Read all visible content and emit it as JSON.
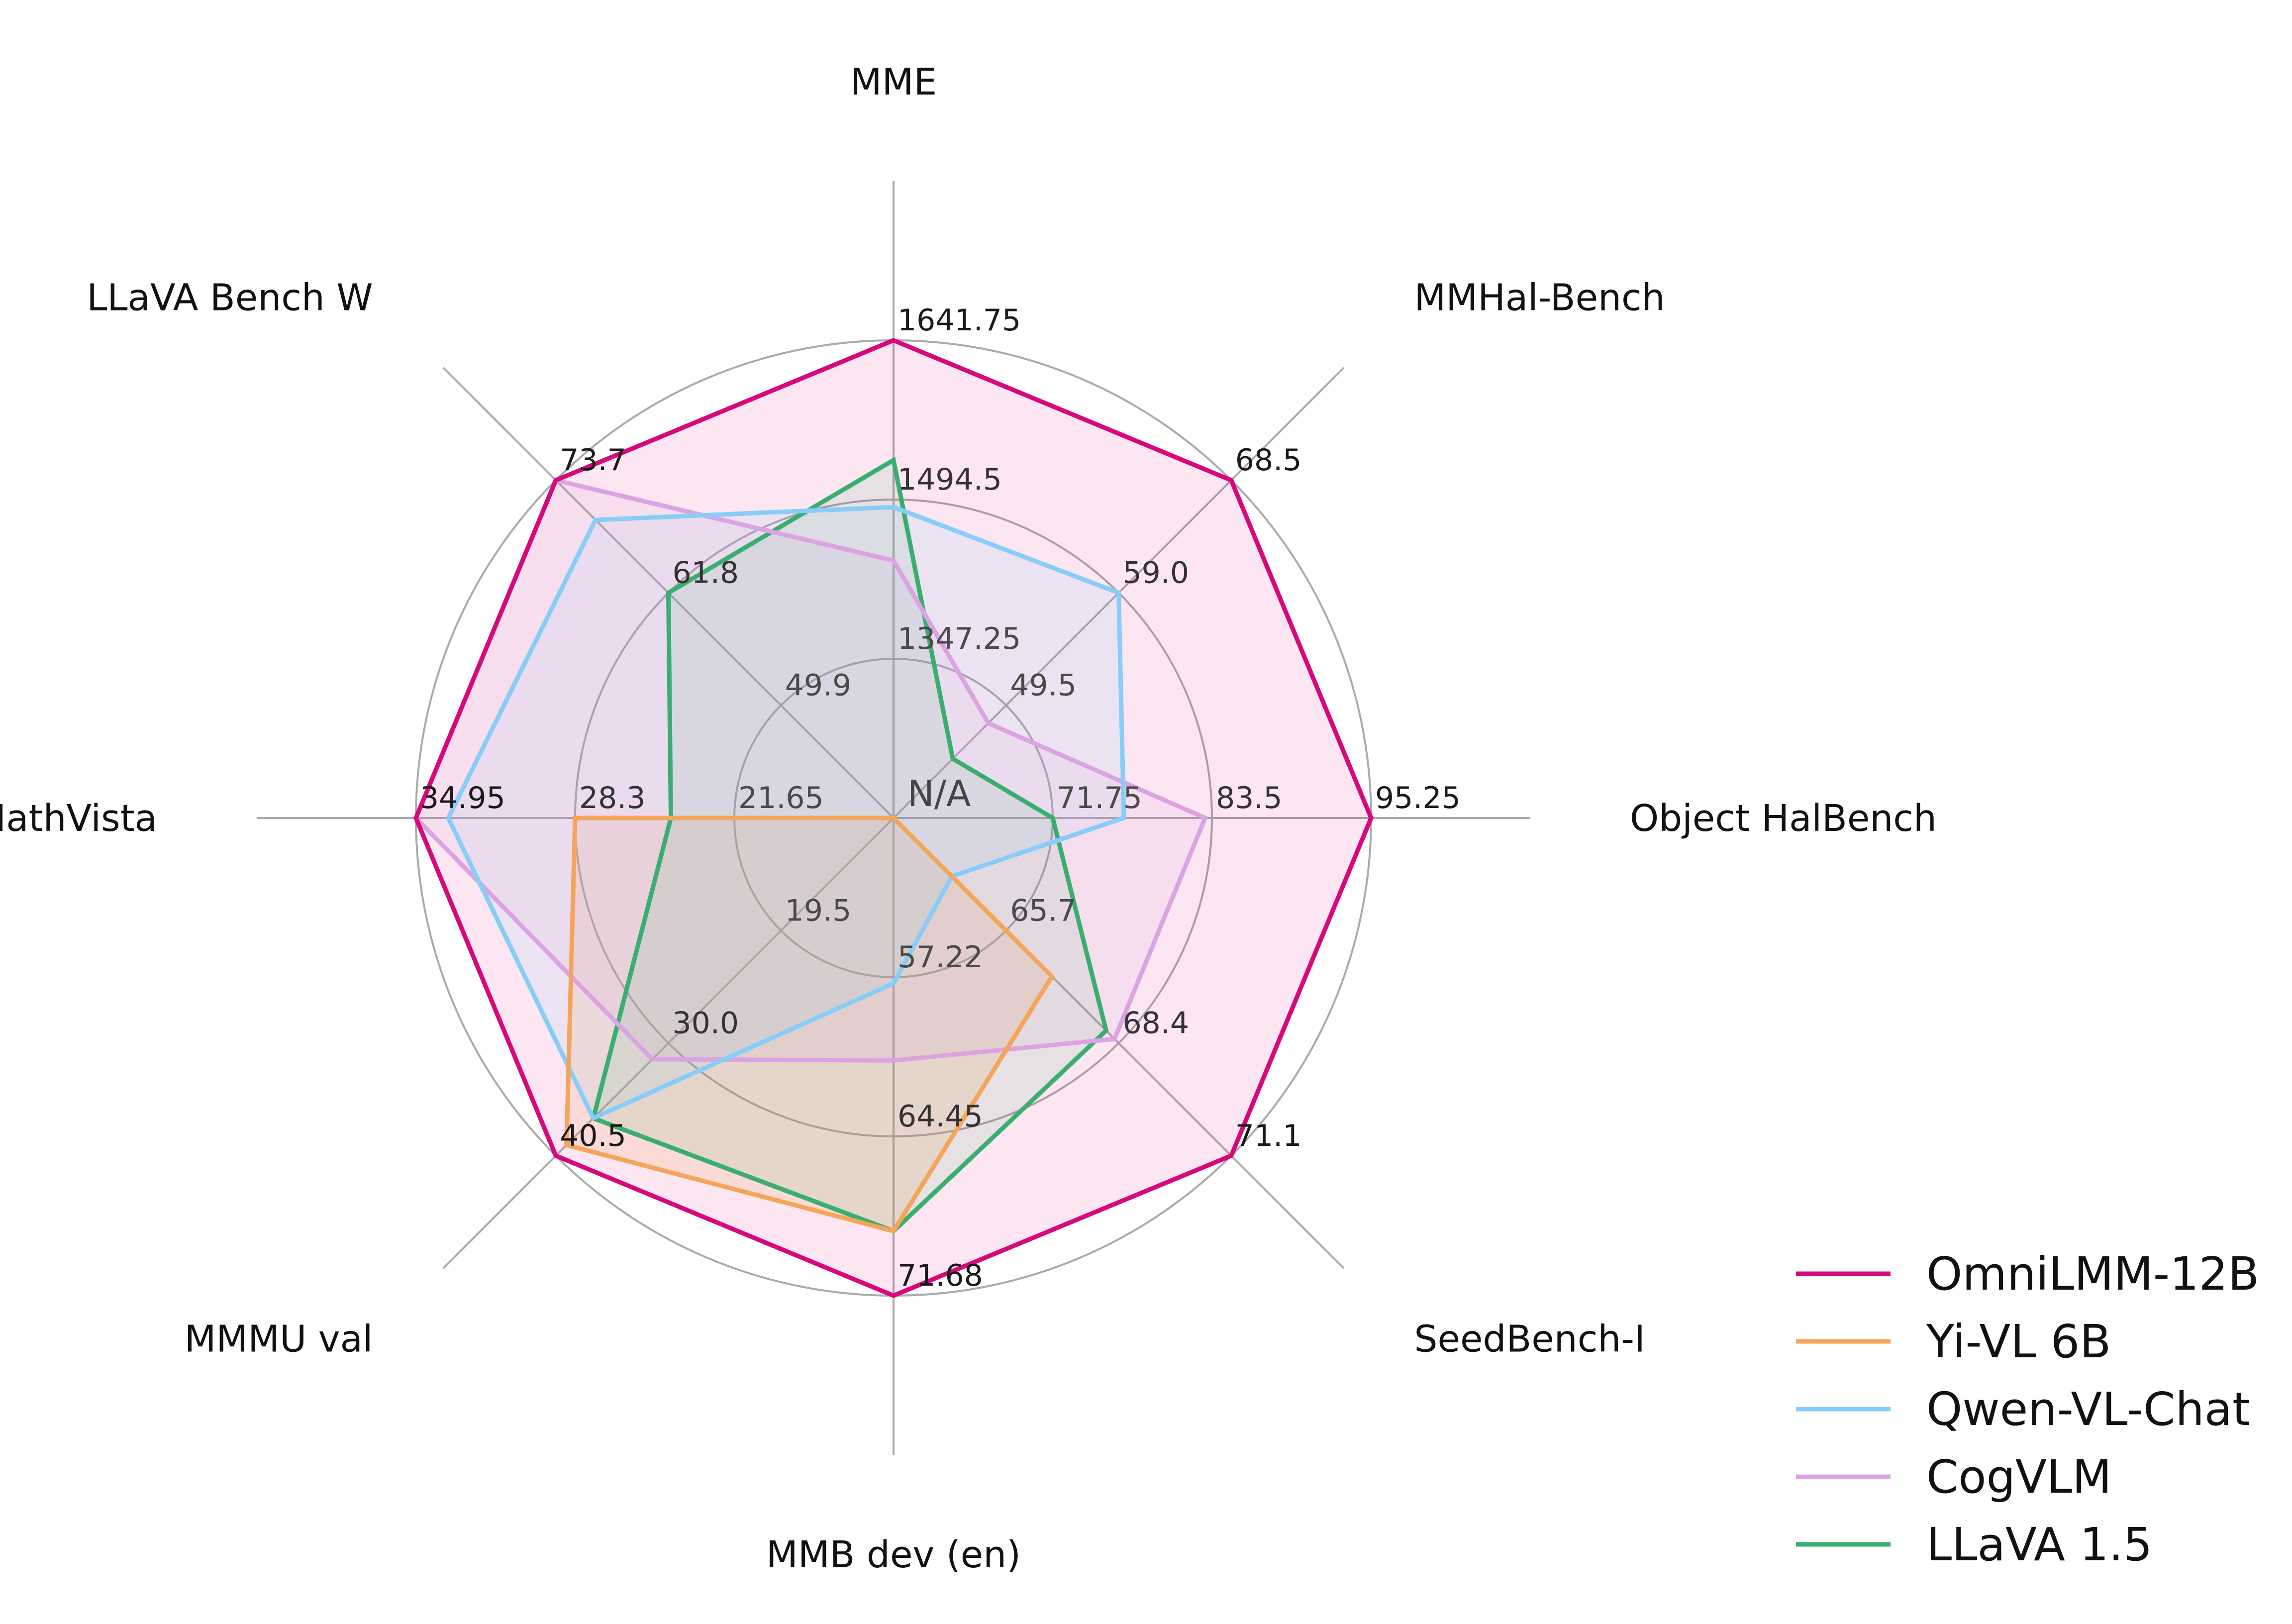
{
  "chart_data": {
    "type": "radar",
    "axes": [
      {
        "name": "MME",
        "ticks": [
          "1347.25",
          "1494.5",
          "1641.75"
        ]
      },
      {
        "name": "MMHal-Bench",
        "ticks": [
          "49.5",
          "59.0",
          "68.5"
        ]
      },
      {
        "name": "Object HalBench",
        "ticks": [
          "71.75",
          "83.5",
          "95.25"
        ]
      },
      {
        "name": "SeedBench-I",
        "ticks": [
          "65.7",
          "68.4",
          "71.1"
        ]
      },
      {
        "name": "MMB dev (en)",
        "ticks": [
          "57.22",
          "64.45",
          "71.68"
        ]
      },
      {
        "name": "MMMU val",
        "ticks": [
          "19.5",
          "30.0",
          "40.5"
        ]
      },
      {
        "name": "MathVista",
        "ticks": [
          "21.65",
          "28.3",
          "34.95"
        ]
      },
      {
        "name": "LLaVA Bench W",
        "ticks": [
          "49.9",
          "61.8",
          "73.7"
        ]
      }
    ],
    "center_label": "N/A",
    "series": [
      {
        "name": "OmniLMM-12B",
        "color": "#d6097c",
        "values": [
          1641.75,
          68.5,
          95.25,
          71.1,
          71.68,
          40.5,
          34.95,
          73.7
        ]
      },
      {
        "name": "Yi-VL 6B",
        "color": "#f5a55a",
        "values": [
          1200.0,
          40.0,
          60.0,
          66.8,
          68.75,
          39.5,
          28.3,
          38.0
        ]
      },
      {
        "name": "Qwen-VL-Chat",
        "color": "#87cdf7",
        "values": [
          1487.5,
          59.0,
          77.0,
          64.4,
          57.5,
          37.0,
          33.6,
          69.5
        ]
      },
      {
        "name": "CogVLM",
        "color": "#dca3e2",
        "values": [
          1438.0,
          48.0,
          83.0,
          68.3,
          61.0,
          31.5,
          34.95,
          73.7
        ]
      },
      {
        "name": "LLaVA 1.5",
        "color": "#3aae6f",
        "values": [
          1531.0,
          45.0,
          71.75,
          68.1,
          68.75,
          37.0,
          24.3,
          61.8
        ]
      }
    ],
    "legend_position": "bottom-right",
    "grid": true
  }
}
